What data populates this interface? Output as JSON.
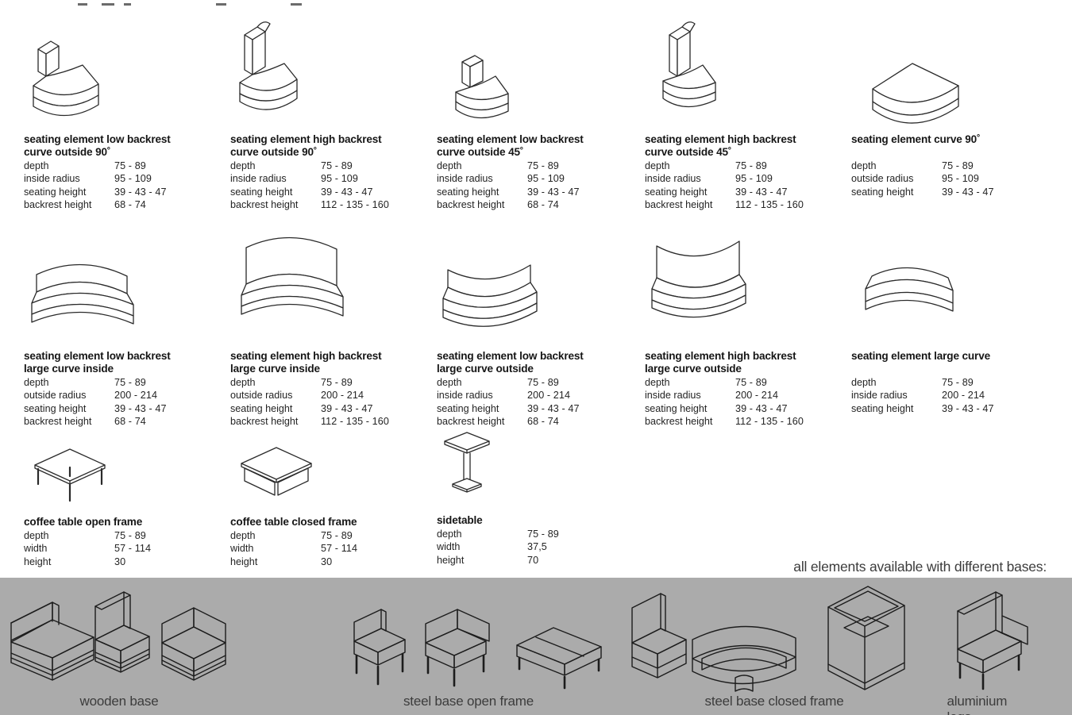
{
  "note": "all elements available with different bases:",
  "products": [
    {
      "title1": "seating element low backrest",
      "title2": "curve outside 90˚",
      "specs": [
        {
          "label": "depth",
          "value": "75 - 89"
        },
        {
          "label": "inside radius",
          "value": "95 - 109"
        },
        {
          "label": "seating height",
          "value": "39 - 43 - 47"
        },
        {
          "label": "backrest height",
          "value": "68 - 74"
        }
      ]
    },
    {
      "title1": "seating element high backrest",
      "title2": "curve outside 90˚",
      "specs": [
        {
          "label": "depth",
          "value": "75 - 89"
        },
        {
          "label": "inside radius",
          "value": "95 - 109"
        },
        {
          "label": "seating height",
          "value": "39 - 43 - 47"
        },
        {
          "label": "backrest height",
          "value": "112 - 135 - 160"
        }
      ]
    },
    {
      "title1": "seating element low backrest",
      "title2": "curve outside 45˚",
      "specs": [
        {
          "label": "depth",
          "value": "75 - 89"
        },
        {
          "label": "inside radius",
          "value": "95 - 109"
        },
        {
          "label": "seating height",
          "value": "39 - 43 - 47"
        },
        {
          "label": "backrest height",
          "value": "68 - 74"
        }
      ]
    },
    {
      "title1": "seating element high backrest",
      "title2": "curve outside 45˚",
      "specs": [
        {
          "label": "depth",
          "value": "75 - 89"
        },
        {
          "label": "inside radius",
          "value": "95 - 109"
        },
        {
          "label": "seating height",
          "value": "39 - 43 - 47"
        },
        {
          "label": "backrest height",
          "value": "112 - 135 - 160"
        }
      ]
    },
    {
      "title1": "seating element curve 90˚",
      "title2": "",
      "specs": [
        {
          "label": "depth",
          "value": "75 - 89"
        },
        {
          "label": "outside radius",
          "value": "95 - 109"
        },
        {
          "label": "seating height",
          "value": "39 - 43 - 47"
        }
      ]
    },
    {
      "title1": "seating element low backrest",
      "title2": "large curve inside",
      "specs": [
        {
          "label": "depth",
          "value": "75 - 89"
        },
        {
          "label": "outside radius",
          "value": "200 - 214"
        },
        {
          "label": "seating height",
          "value": "39 - 43 - 47"
        },
        {
          "label": "backrest height",
          "value": "68 - 74"
        }
      ]
    },
    {
      "title1": "seating element high backrest",
      "title2": "large curve inside",
      "specs": [
        {
          "label": "depth",
          "value": "75 - 89"
        },
        {
          "label": "outside radius",
          "value": "200 - 214"
        },
        {
          "label": "seating height",
          "value": "39 - 43 - 47"
        },
        {
          "label": "backrest height",
          "value": "112 - 135 - 160"
        }
      ]
    },
    {
      "title1": "seating element low backrest",
      "title2": "large curve outside",
      "specs": [
        {
          "label": "depth",
          "value": "75 - 89"
        },
        {
          "label": "inside radius",
          "value": "200 - 214"
        },
        {
          "label": "seating height",
          "value": "39 - 43 - 47"
        },
        {
          "label": "backrest height",
          "value": "68 - 74"
        }
      ]
    },
    {
      "title1": "seating element high backrest",
      "title2": "large curve outside",
      "specs": [
        {
          "label": "depth",
          "value": "75 - 89"
        },
        {
          "label": "inside radius",
          "value": "200 - 214"
        },
        {
          "label": "seating height",
          "value": "39 - 43 - 47"
        },
        {
          "label": "backrest height",
          "value": "112 - 135 - 160"
        }
      ]
    },
    {
      "title1": "seating element large curve",
      "title2": "",
      "specs": [
        {
          "label": "depth",
          "value": "75 - 89"
        },
        {
          "label": "inside radius",
          "value": "200 - 214"
        },
        {
          "label": "seating height",
          "value": "39 - 43 - 47"
        }
      ]
    },
    {
      "title1": "coffee table open frame",
      "title2": "",
      "specs": [
        {
          "label": "depth",
          "value": "75 - 89"
        },
        {
          "label": "width",
          "value": "57 - 114"
        },
        {
          "label": "height",
          "value": "30"
        }
      ]
    },
    {
      "title1": "coffee table closed frame",
      "title2": "",
      "specs": [
        {
          "label": "depth",
          "value": "75 - 89"
        },
        {
          "label": "width",
          "value": "57 - 114"
        },
        {
          "label": "height",
          "value": "30"
        }
      ]
    },
    {
      "title1": "sidetable",
      "title2": "",
      "specs": [
        {
          "label": "depth",
          "value": "75 - 89"
        },
        {
          "label": "width",
          "value": "37,5"
        },
        {
          "label": "height",
          "value": "70"
        }
      ]
    }
  ],
  "bases": {
    "labels": [
      "wooden base",
      "steel base open frame",
      "steel base closed frame",
      "aluminium legs"
    ]
  },
  "colors": {
    "band_bg": "#ababab",
    "ink": "#1f1f1f",
    "line_art": "#2a2a2a",
    "footer_text": "#3c3c3c"
  }
}
